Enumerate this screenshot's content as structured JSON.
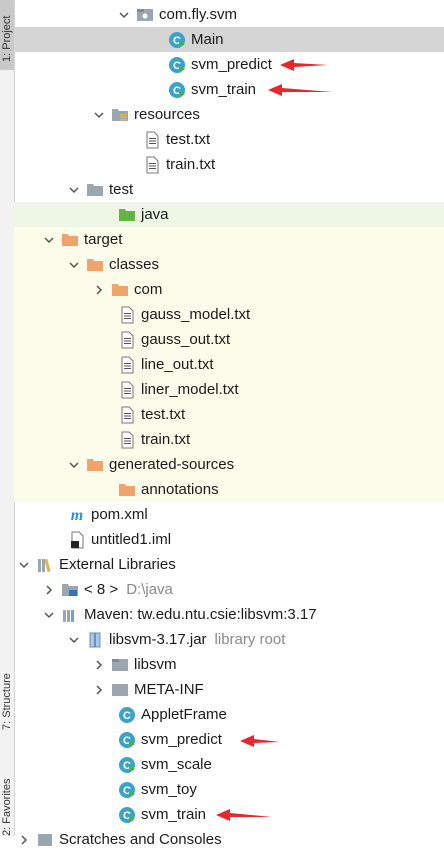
{
  "sidebar": {
    "tabs": [
      {
        "label": "1: Project"
      },
      {
        "label": "7: Structure"
      },
      {
        "label": "2: Favorites"
      }
    ]
  },
  "tree": {
    "rows": [
      {
        "label": "com.fly.svm",
        "icon": "package-icon"
      },
      {
        "label": "Main",
        "icon": "java-class-icon"
      },
      {
        "label": "svm_predict",
        "icon": "java-class-icon"
      },
      {
        "label": "svm_train",
        "icon": "java-class-icon"
      },
      {
        "label": "resources",
        "icon": "resources-folder-icon"
      },
      {
        "label": "test.txt",
        "icon": "text-file-icon"
      },
      {
        "label": "train.txt",
        "icon": "text-file-icon"
      },
      {
        "label": "test",
        "icon": "folder-icon"
      },
      {
        "label": "java",
        "icon": "test-source-folder-icon"
      },
      {
        "label": "target",
        "icon": "excluded-folder-icon"
      },
      {
        "label": "classes",
        "icon": "excluded-folder-icon"
      },
      {
        "label": "com",
        "icon": "excluded-folder-icon"
      },
      {
        "label": "gauss_model.txt",
        "icon": "text-file-icon"
      },
      {
        "label": "gauss_out.txt",
        "icon": "text-file-icon"
      },
      {
        "label": "line_out.txt",
        "icon": "text-file-icon"
      },
      {
        "label": "liner_model.txt",
        "icon": "text-file-icon"
      },
      {
        "label": "test.txt",
        "icon": "text-file-icon"
      },
      {
        "label": "train.txt",
        "icon": "text-file-icon"
      },
      {
        "label": "generated-sources",
        "icon": "excluded-folder-icon"
      },
      {
        "label": "annotations",
        "icon": "excluded-folder-icon"
      },
      {
        "label": "pom.xml",
        "icon": "maven-icon"
      },
      {
        "label": "untitled1.iml",
        "icon": "iml-file-icon"
      },
      {
        "label": "External Libraries",
        "icon": "libraries-icon"
      },
      {
        "label": "< 8 >",
        "secondary": "D:\\java",
        "icon": "jdk-folder-icon"
      },
      {
        "label": "Maven: tw.edu.ntu.csie:libsvm:3.17",
        "icon": "library-icon"
      },
      {
        "label": "libsvm-3.17.jar",
        "secondary": "library root",
        "icon": "jar-icon"
      },
      {
        "label": "libsvm",
        "icon": "package-icon"
      },
      {
        "label": "META-INF",
        "icon": "folder-icon"
      },
      {
        "label": "AppletFrame",
        "icon": "compiled-class-icon"
      },
      {
        "label": "svm_predict",
        "icon": "compiled-class-icon"
      },
      {
        "label": "svm_scale",
        "icon": "compiled-class-icon"
      },
      {
        "label": "svm_toy",
        "icon": "compiled-class-icon"
      },
      {
        "label": "svm_train",
        "icon": "compiled-class-icon"
      },
      {
        "label": "Scratches and Consoles",
        "icon": "scratches-icon"
      }
    ]
  },
  "colors": {
    "selection": "#d5d5d5",
    "excluded_bg": "#fcfcea",
    "test_bg": "#eef7e6",
    "annotation_arrow": "#e8262b",
    "class_icon": "#3aa3c8"
  }
}
